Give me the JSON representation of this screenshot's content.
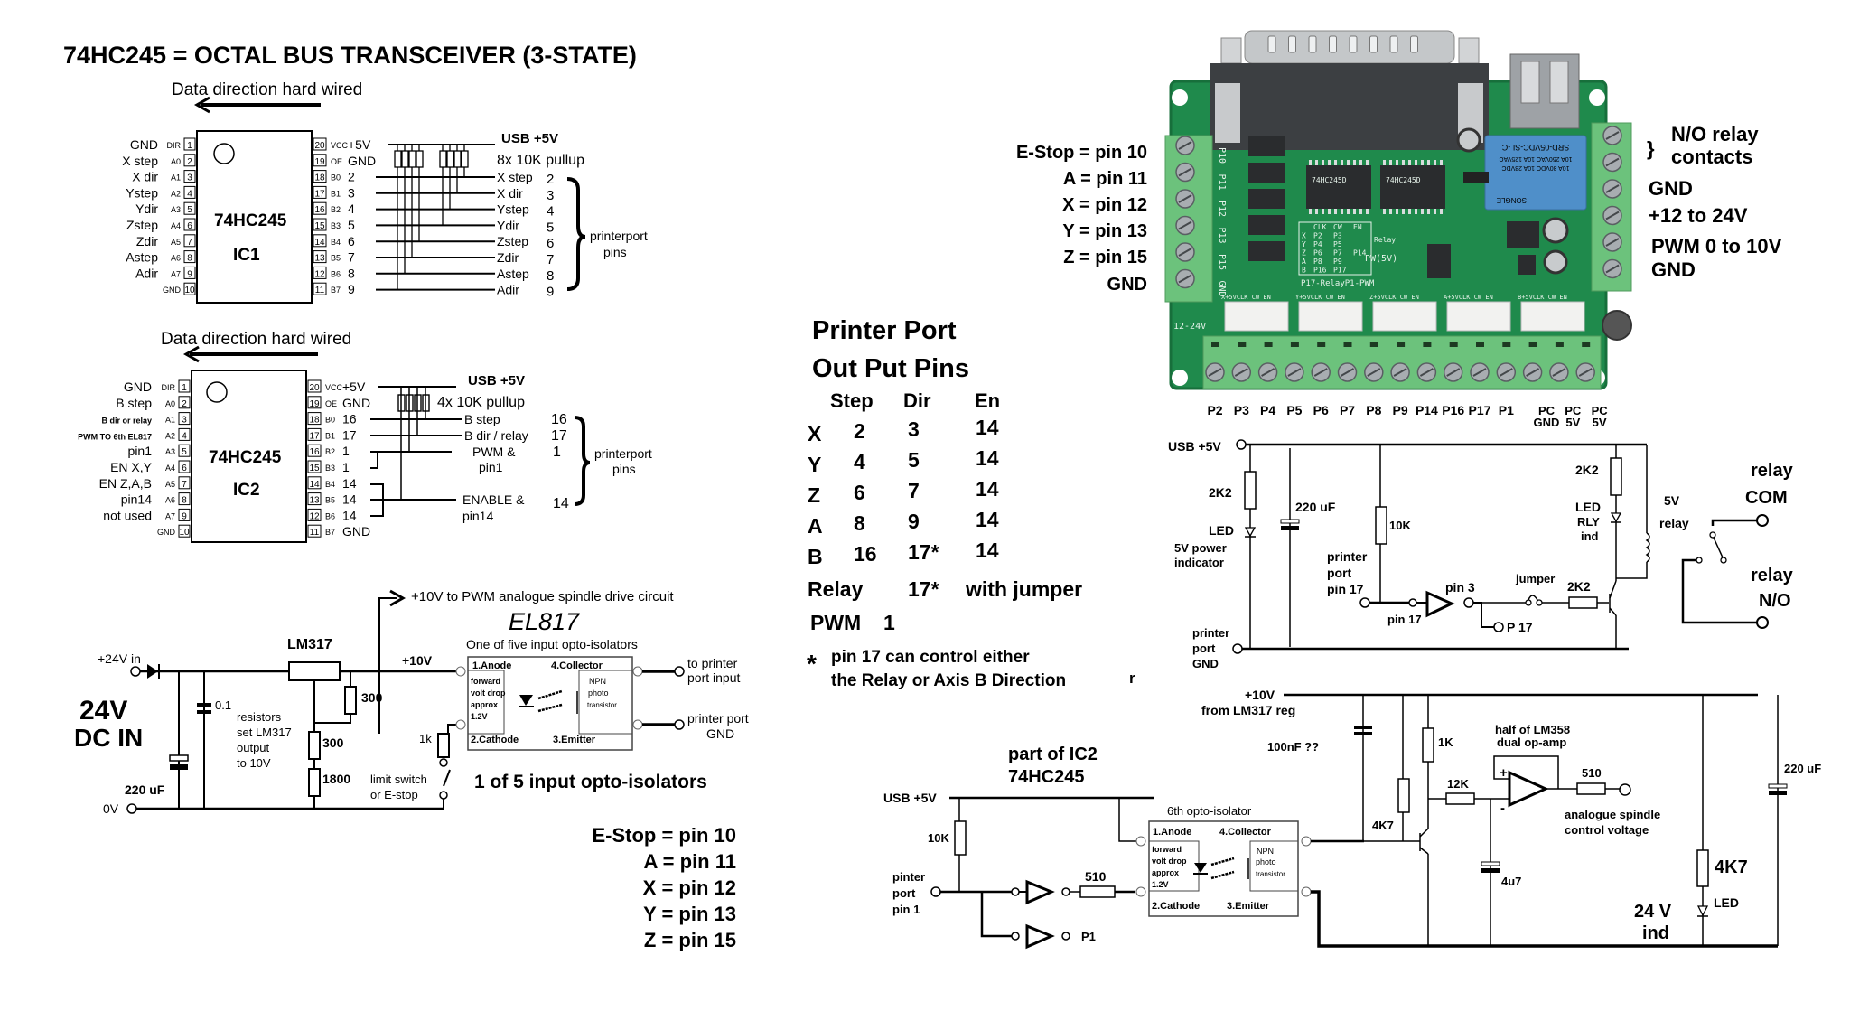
{
  "title": "74HC245 =  OCTAL BUS TRANSCEIVER (3-STATE)",
  "ic1": {
    "direction_label": "Data direction hard wired",
    "chip_name": "74HC245",
    "chip_id": "IC1",
    "left_pins": [
      {
        "label": "GND",
        "pin_name": "DIR",
        "num": "1"
      },
      {
        "label": "X step",
        "pin_name": "A0",
        "num": "2"
      },
      {
        "label": "X dir",
        "pin_name": "A1",
        "num": "3"
      },
      {
        "label": "Ystep",
        "pin_name": "A2",
        "num": "4"
      },
      {
        "label": "Ydir",
        "pin_name": "A3",
        "num": "5"
      },
      {
        "label": "Zstep",
        "pin_name": "A4",
        "num": "6"
      },
      {
        "label": "Zdir",
        "pin_name": "A5",
        "num": "7"
      },
      {
        "label": "Astep",
        "pin_name": "A6",
        "num": "8"
      },
      {
        "label": "Adir",
        "pin_name": "A7",
        "num": "9"
      },
      {
        "label": "",
        "pin_name": "GND",
        "num": "10"
      }
    ],
    "right_pins": [
      {
        "num": "20",
        "pin_name": "VCC",
        "net": "+5V"
      },
      {
        "num": "19",
        "pin_name": "OE",
        "net": "GND"
      },
      {
        "num": "18",
        "pin_name": "B0",
        "net": "2"
      },
      {
        "num": "17",
        "pin_name": "B1",
        "net": "3"
      },
      {
        "num": "16",
        "pin_name": "B2",
        "net": "4"
      },
      {
        "num": "15",
        "pin_name": "B3",
        "net": "5"
      },
      {
        "num": "14",
        "pin_name": "B4",
        "net": "6"
      },
      {
        "num": "13",
        "pin_name": "B5",
        "net": "7"
      },
      {
        "num": "12",
        "pin_name": "B6",
        "net": "8"
      },
      {
        "num": "11",
        "pin_name": "B7",
        "net": "9"
      }
    ],
    "supply_label": "USB +5V",
    "pullup_label": "8x 10K pullup",
    "outputs": [
      {
        "label": "X step",
        "pin": "2"
      },
      {
        "label": "X dir",
        "pin": "3"
      },
      {
        "label": "Ystep",
        "pin": "4"
      },
      {
        "label": "Ydir",
        "pin": "5"
      },
      {
        "label": "Zstep",
        "pin": "6"
      },
      {
        "label": "Zdir",
        "pin": "7"
      },
      {
        "label": "Astep",
        "pin": "8"
      },
      {
        "label": "Adir",
        "pin": "9"
      }
    ],
    "bracket_label_1": "printerport",
    "bracket_label_2": "pins"
  },
  "ic2": {
    "direction_label": "Data direction hard wired",
    "chip_name": "74HC245",
    "chip_id": "IC2",
    "left_pins": [
      {
        "label": "GND",
        "pin_name": "DIR",
        "num": "1"
      },
      {
        "label": "B step",
        "pin_name": "A0",
        "num": "2"
      },
      {
        "label": "B dir or relay",
        "pin_name": "A1",
        "num": "3"
      },
      {
        "label": "PWM TO 6th EL817",
        "pin_name": "A2",
        "num": "4"
      },
      {
        "label": "pin1",
        "pin_name": "A3",
        "num": "5"
      },
      {
        "label": "EN X,Y",
        "pin_name": "A4",
        "num": "6"
      },
      {
        "label": "EN Z,A,B",
        "pin_name": "A5",
        "num": "7"
      },
      {
        "label": "pin14",
        "pin_name": "A6",
        "num": "8"
      },
      {
        "label": "not used",
        "pin_name": "A7",
        "num": "9"
      },
      {
        "label": "",
        "pin_name": "GND",
        "num": "10"
      }
    ],
    "right_pins": [
      {
        "num": "20",
        "pin_name": "VCC",
        "net": "+5V"
      },
      {
        "num": "19",
        "pin_name": "OE",
        "net": "GND"
      },
      {
        "num": "18",
        "pin_name": "B0",
        "net": "16"
      },
      {
        "num": "17",
        "pin_name": "B1",
        "net": "17"
      },
      {
        "num": "16",
        "pin_name": "B2",
        "net": "1"
      },
      {
        "num": "15",
        "pin_name": "B3",
        "net": "1"
      },
      {
        "num": "14",
        "pin_name": "B4",
        "net": "14"
      },
      {
        "num": "13",
        "pin_name": "B5",
        "net": "14"
      },
      {
        "num": "12",
        "pin_name": "B6",
        "net": "14"
      },
      {
        "num": "11",
        "pin_name": "B7",
        "net": "GND"
      }
    ],
    "supply_label": "USB +5V",
    "pullup_label": "4x 10K pullup",
    "out_bstep": "B step",
    "out_bdir": "B dir / relay",
    "out_pwm_1": "PWM &",
    "out_pwm_2": "pin1",
    "out_en_1": "ENABLE &",
    "out_en_2": "pin14",
    "pins_col": [
      "16",
      "17",
      "1",
      "14"
    ],
    "bracket_label_1": "printerport",
    "bracket_label_2": "pins"
  },
  "power": {
    "spindle_note": "+10V to PWM analogue spindle drive circuit",
    "regulator": "LM317",
    "input_label": "+24V in",
    "ground_label": "0V",
    "big_label_1": "24V",
    "big_label_2": "DC IN",
    "cap_small": "0.1",
    "cap_big": "220 uF",
    "r1": "300",
    "r2": "300",
    "r3": "1800",
    "note_1": "resistors",
    "note_2": "set LM317",
    "note_3": "output",
    "note_4": "to 10V",
    "out_label": "+10V",
    "r_switch": "1k",
    "switch_1": "limit switch",
    "switch_2": "or E-stop"
  },
  "opto": {
    "name": "EL817",
    "subtitle": "One of five input opto-isolators",
    "anode": "1.Anode",
    "collector": "4.Collector",
    "cathode": "2.Cathode",
    "emitter": "3.Emitter",
    "fwd_1": "forward",
    "fwd_2": "volt drop",
    "fwd_3": "approx",
    "fwd_4": "1.2V",
    "npn_1": "NPN",
    "npn_2": "photo",
    "npn_3": "transistor",
    "out_top_1": "to printer",
    "out_top_2": "port input",
    "out_bot_1": "printer port",
    "out_bot_2": "GND",
    "heading": "1 of 5 input opto-isolators"
  },
  "estop_bottom": [
    "E-Stop = pin 10",
    "A = pin 11",
    "X = pin 12",
    "Y = pin 13",
    "Z = pin 15"
  ],
  "printer_port": {
    "title_1": "Printer Port",
    "title_2": "Out Put Pins",
    "headers": [
      "Step",
      "Dir",
      "En"
    ],
    "rows": [
      {
        "axis": "X",
        "step": "2",
        "dir": "3",
        "en": "14"
      },
      {
        "axis": "Y",
        "step": "4",
        "dir": "5",
        "en": "14"
      },
      {
        "axis": "Z",
        "step": "6",
        "dir": "7",
        "en": "14"
      },
      {
        "axis": "A",
        "step": "8",
        "dir": "9",
        "en": "14"
      },
      {
        "axis": "B",
        "step": "16",
        "dir": "17*",
        "en": "14"
      }
    ],
    "relay_label": "Relay",
    "relay_pin": "17*",
    "relay_note": "with jumper",
    "pwm_label": "PWM",
    "pwm_pin": "1",
    "footnote_star": "*",
    "footnote_1": "pin 17 can control either",
    "footnote_2": "the Relay or Axis B  Direction",
    "stray": "r"
  },
  "board": {
    "left_labels": [
      "E-Stop = pin 10",
      "A = pin 11",
      "X = pin 12",
      "Y = pin 13",
      "Z = pin 15",
      "GND"
    ],
    "right_labels": {
      "relay_1": "N/O relay",
      "relay_2": "contacts",
      "gnd1": "GND",
      "vin": "+12 to  24V",
      "pwm": "PWM 0 to 10V",
      "gnd2": "GND"
    },
    "bottom_labels": [
      "P2",
      "P3",
      "P4",
      "P5",
      "P6",
      "P7",
      "P8",
      "P9",
      "P14",
      "P16",
      "P17",
      "P1"
    ],
    "bottom_pc": [
      {
        "l1": "PC",
        "l2": "GND"
      },
      {
        "l1": "PC",
        "l2": "5V"
      },
      {
        "l1": "PC",
        "l2": "5V"
      }
    ],
    "silk_left": [
      "P10",
      "P11",
      "P12",
      "P13",
      "P15",
      "GND"
    ],
    "silk_table": [
      [
        "",
        "CLK",
        "CW",
        "EN"
      ],
      [
        "X",
        "P2",
        "P3",
        ""
      ],
      [
        "Y",
        "P4",
        "P5",
        ""
      ],
      [
        "Z",
        "P6",
        "P7",
        "P14"
      ],
      [
        "A",
        "P8",
        "P9",
        ""
      ],
      [
        "B",
        "P16",
        "P17",
        ""
      ]
    ],
    "silk_relay_pwm": "P17-RelayP1-PWM",
    "silk_relay": "Relay",
    "silk_pw": "PW(5V)",
    "silk_vin": "12-24V",
    "silk_headers": [
      "X+5VCLK CW EN",
      "Y+5VCLK CW EN",
      "Z+5VCLK CW EN",
      "A+5VCLK CW EN",
      "B+5VCLK CW EN"
    ],
    "chip_text": "74HC245D",
    "relay_model": "SRD-05VDC-SL-C",
    "relay_rating_1": "10A 250VAC  10A 125VAC",
    "relay_rating_2": "10A 30VDC  10A 28VDC",
    "relay_brand": "SONGLE",
    "colors": {
      "pcb": "#1f8a4c",
      "terminal": "#6cc27c",
      "relay": "#4f8fc9",
      "connector": "#3c3f42"
    }
  },
  "relay_circuit": {
    "usb": "USB +5V",
    "r_led": "2K2",
    "led": "LED",
    "led_note_1": "5V power",
    "led_note_2": "indicator",
    "cap": "220 uF",
    "r_pull": "10K",
    "pp_1": "printer",
    "pp_2": "port",
    "pp_3": "pin 17",
    "pin17": "pin 17",
    "pin3": "pin 3",
    "p17": "P 17",
    "jumper": "jumper",
    "r_base": "2K2",
    "gnd_1": "printer",
    "gnd_2": "port",
    "gnd_3": "GND",
    "r_rly": "2K2",
    "led_rly_1": "LED",
    "led_rly_2": "RLY",
    "led_rly_3": "ind",
    "coil_1": "5V",
    "coil_2": "relay",
    "com_1": "relay",
    "com_2": "COM",
    "no_1": "relay",
    "no_2": "N/O"
  },
  "pwm_circuit": {
    "plus10_1": "+10V",
    "plus10_2": "from LM317 reg",
    "cap_100n": "100nF ??",
    "ic2_1": "part of IC2",
    "ic2_2": "74HC245",
    "usb": "USB +5V",
    "r_pull": "10K",
    "in_1": "pinter",
    "in_2": "port",
    "in_3": "pin 1",
    "r_510": "510",
    "p1": "P1",
    "opto_title": "6th opto-isolator",
    "r_1k": "1K",
    "r_4k7": "4K7",
    "r_12k": "12K",
    "cap_4u7": "4u7",
    "opamp_1": "half of LM358",
    "opamp_2": "dual op-amp",
    "plus": "+",
    "minus": "-",
    "r_out": "510",
    "out_1": "analogue spindle",
    "out_2": "control voltage",
    "cap_220": "220 uF",
    "r_led": "4K7",
    "led": "LED",
    "ind_1": "24 V",
    "ind_2": "ind"
  }
}
